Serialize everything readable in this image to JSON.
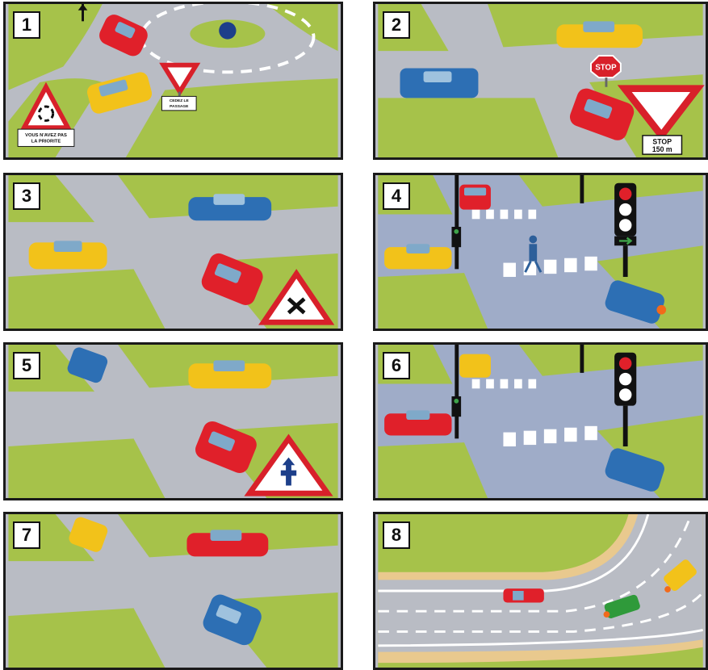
{
  "panels": [
    {
      "number": "1",
      "texts": {
        "priority_sign": "VOUS N'AVEZ PAS LA PRIORITE",
        "yield_plate": "CEDEZ LE PASSAGE"
      }
    },
    {
      "number": "2",
      "texts": {
        "stop_sign": "STOP",
        "distance_plate_line1": "STOP",
        "distance_plate_line2": "150 m"
      }
    },
    {
      "number": "3"
    },
    {
      "number": "4"
    },
    {
      "number": "5"
    },
    {
      "number": "6"
    },
    {
      "number": "7"
    },
    {
      "number": "8"
    }
  ],
  "colors": {
    "grass": "#a6c24a",
    "road": "#b9bcc4",
    "red_car": "#e0202a",
    "yellow_car": "#f2c21a",
    "blue_car": "#2d6fb4",
    "green_car": "#2f9a3a",
    "sign_red": "#d8202a"
  }
}
